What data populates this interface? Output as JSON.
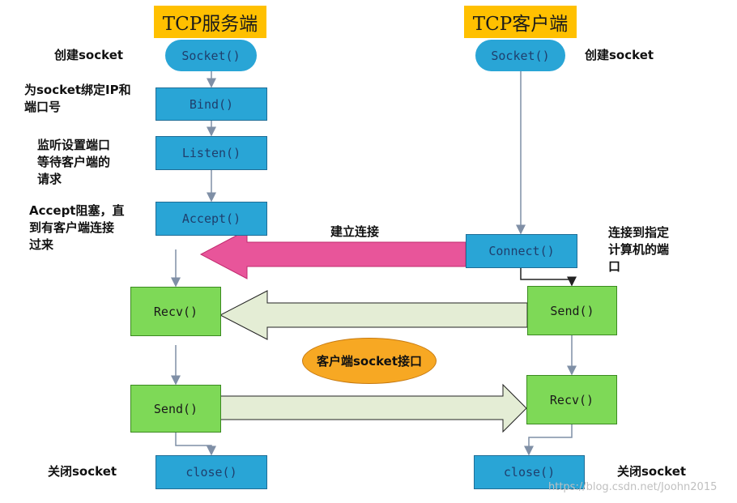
{
  "server": {
    "title": "TCP服务端",
    "socket": "Socket()",
    "bind": "Bind()",
    "listen": "Listen()",
    "accept": "Accept()",
    "recv": "Recv()",
    "send": "Send()",
    "close": "close()"
  },
  "client": {
    "title": "TCP客户端",
    "socket": "Socket()",
    "connect": "Connect()",
    "send": "Send()",
    "recv": "Recv()",
    "close": "close()"
  },
  "labels": {
    "server_create": "创建socket",
    "server_bind": "为socket绑定IP和\n端口号",
    "server_listen": "监听设置端口\n等待客户端的\n请求",
    "server_accept": "Accept阻塞，直\n到有客户端连接\n过来",
    "client_create": "创建socket",
    "client_connect": "连接到指定\n计算机的端\n口",
    "establish": "建立连接",
    "client_interface": "客户端socket接口",
    "server_close": "关闭socket",
    "client_close": "关闭socket"
  },
  "watermark": "https://blog.csdn.net/Joohn2015",
  "colors": {
    "title_bg": "#ffc000",
    "blue_box": "#29a5d6",
    "green_box": "#7ed957",
    "connect_arrow": "#e8559a",
    "data_arrow": "#e4edd5",
    "oval": "#f7a823"
  }
}
